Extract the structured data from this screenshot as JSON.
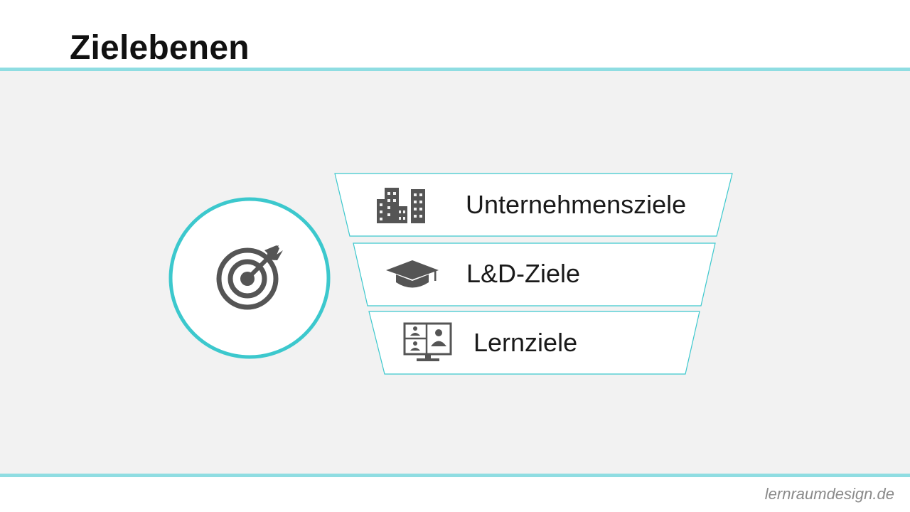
{
  "slide": {
    "title": "Zielebenen",
    "footer": "lernraumdesign.de"
  },
  "diagram": {
    "center_icon": "target-arrow-icon",
    "levels": [
      {
        "label": "Unternehmensziele",
        "icon": "buildings-icon"
      },
      {
        "label": "L&D-Ziele",
        "icon": "graduation-cap-icon"
      },
      {
        "label": "Lernziele",
        "icon": "video-conference-monitor-icon"
      }
    ]
  },
  "colors": {
    "accent": "#3cc8cd",
    "rule": "#8fdde2",
    "icon": "#555555",
    "background": "#f2f2f2"
  }
}
